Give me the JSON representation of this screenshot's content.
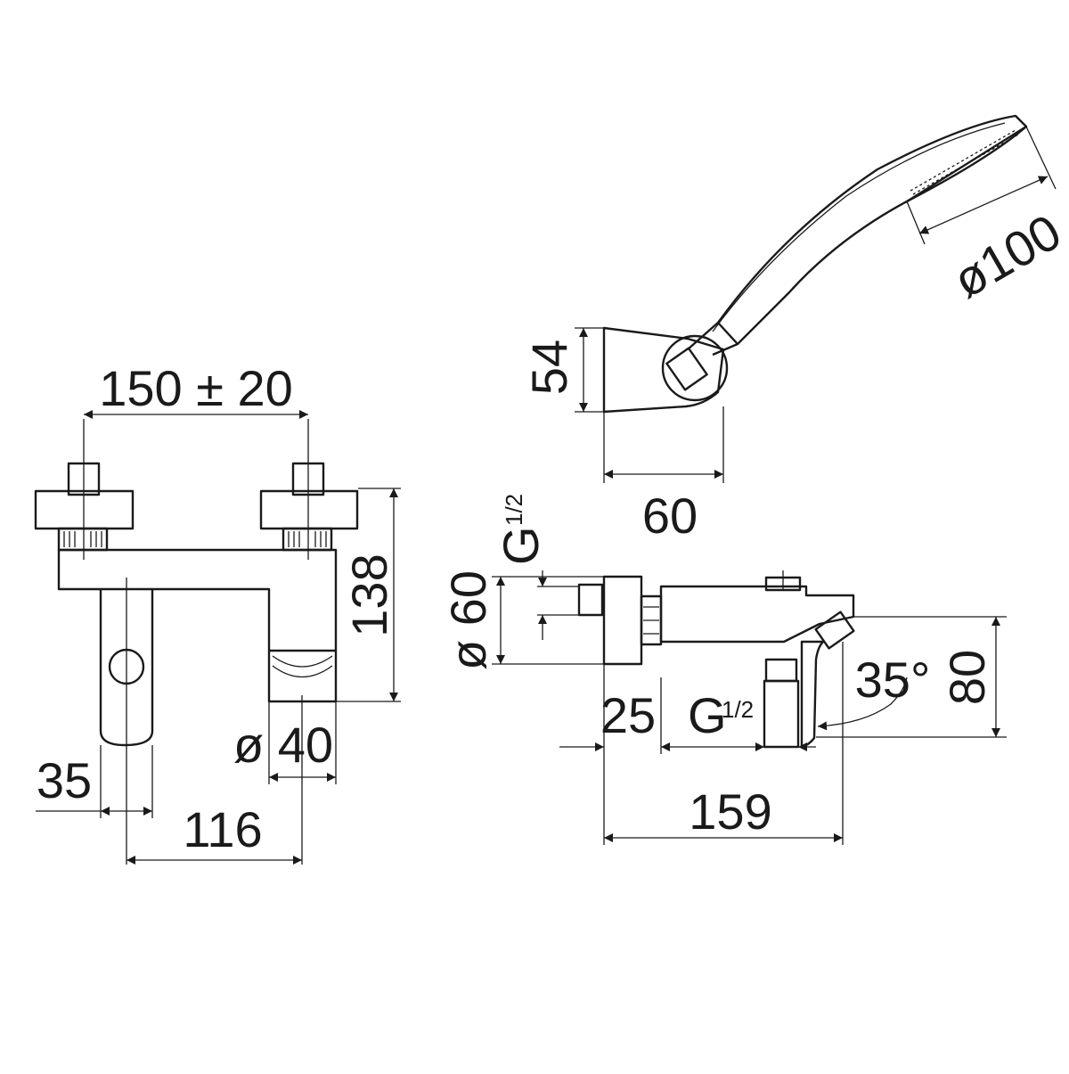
{
  "dimensions": {
    "handles_spacing": "150 ± 20",
    "height_front": "138",
    "spout_diameter": "ø 40",
    "handle_offset": "35",
    "spout_offset": "116",
    "handshower_holder_height": "54",
    "handshower_holder_depth": "60",
    "handshower_head_diameter": "ø100",
    "wall_flange_diameter": "ø 60",
    "inlet_thread_top": "G",
    "inlet_thread_top_fraction": "1/2",
    "eccentric_depth": "25",
    "outlet_thread": "G",
    "outlet_thread_fraction": "1/2",
    "spout_angle": "35°",
    "side_height": "80",
    "total_projection": "159"
  }
}
